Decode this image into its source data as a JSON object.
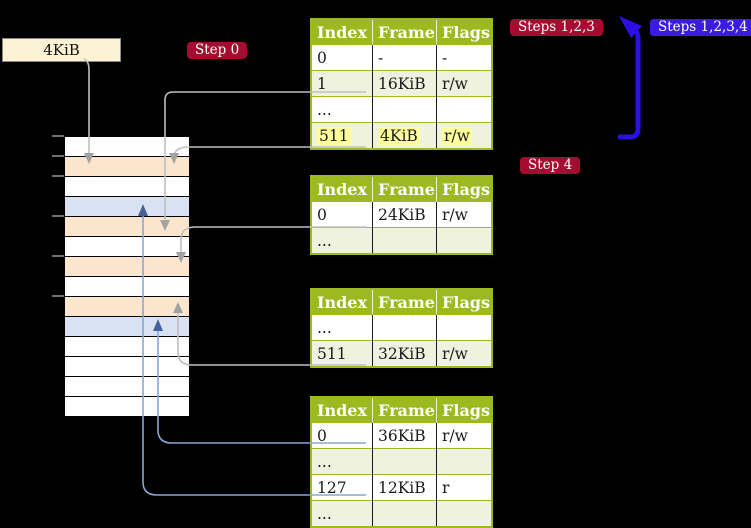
{
  "frame_box": {
    "label": "4KiB"
  },
  "badges": {
    "step0": "Step 0",
    "steps123": "Steps 1,2,3",
    "steps1234": "Steps 1,2,3,4",
    "step4": "Step 4"
  },
  "table_headers": [
    "Index",
    "Frame",
    "Flags"
  ],
  "tables": {
    "t1": {
      "rows": [
        [
          "0",
          "-",
          "-"
        ],
        [
          "1",
          "16KiB",
          "r/w"
        ],
        [
          "...",
          "",
          ""
        ],
        [
          "511",
          "4KiB",
          "r/w"
        ]
      ],
      "highlighted_row_index": 3
    },
    "t2": {
      "rows": [
        [
          "0",
          "24KiB",
          "r/w"
        ],
        [
          "...",
          "",
          ""
        ]
      ]
    },
    "t3": {
      "rows": [
        [
          "...",
          "",
          ""
        ],
        [
          "511",
          "32KiB",
          "r/w"
        ]
      ]
    },
    "t4": {
      "rows": [
        [
          "0",
          "36KiB",
          "r/w"
        ],
        [
          "...",
          "",
          ""
        ],
        [
          "127",
          "12KiB",
          "r"
        ],
        [
          "...",
          "",
          ""
        ]
      ]
    }
  },
  "memory": {
    "rows": [
      {
        "color": "white"
      },
      {
        "color": "peach"
      },
      {
        "color": "white"
      },
      {
        "color": "blue"
      },
      {
        "color": "peach"
      },
      {
        "color": "white"
      },
      {
        "color": "peach"
      },
      {
        "color": "white"
      },
      {
        "color": "peach"
      },
      {
        "color": "blue"
      },
      {
        "color": "white"
      },
      {
        "color": "white"
      },
      {
        "color": "white"
      },
      {
        "color": "white"
      }
    ]
  },
  "colors": {
    "header_green": "#9cba20",
    "row_light_green": "#eef2de",
    "mem_peach": "#fce5cd",
    "mem_blue": "#d9e2f3",
    "badge_red": "#a60c2f",
    "badge_blue": "#3b1bdf",
    "big_arrow_blue": "#2a10e4",
    "connector_gray": "#bfbfbf",
    "connector_blue": "#8ba6d4",
    "highlight_yellow": "#ffff9c",
    "frame_box_cream": "#fcf2d4"
  }
}
